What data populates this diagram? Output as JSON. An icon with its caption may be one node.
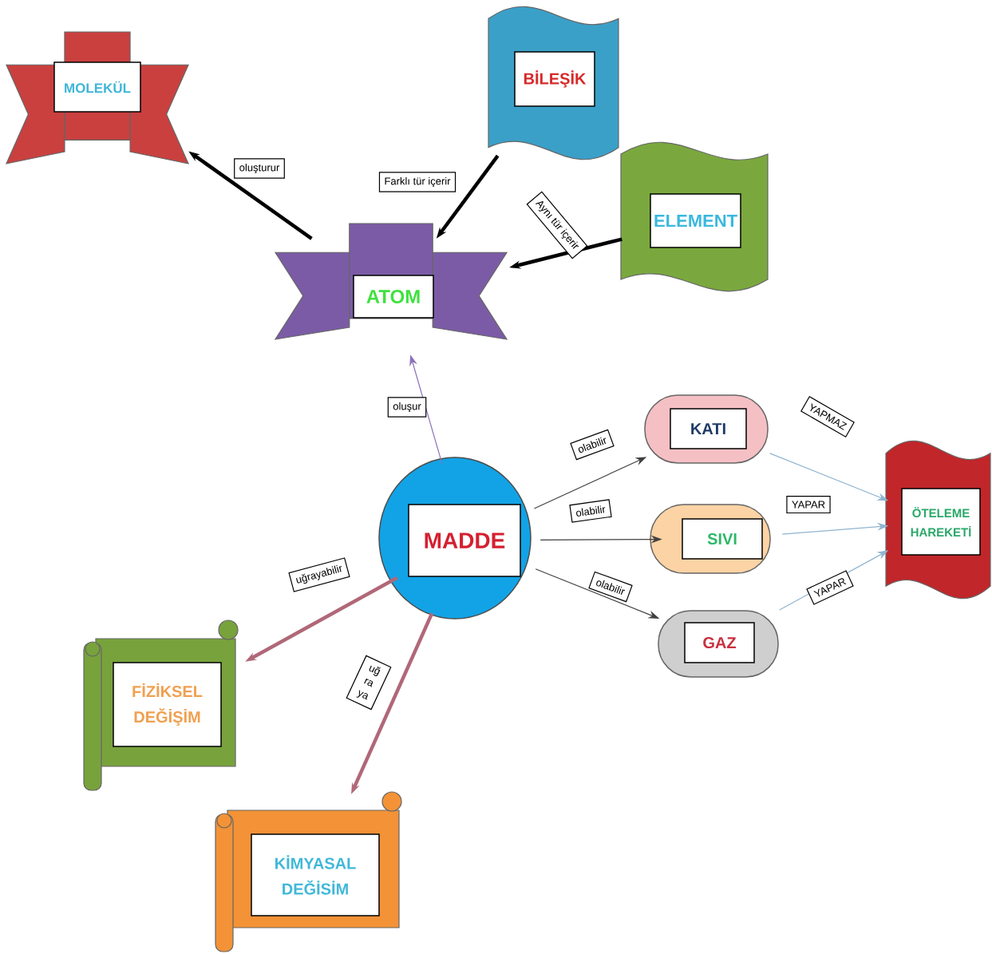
{
  "diagram": {
    "nodes": [
      {
        "text": [
          "MOLEKÜL"
        ]
      },
      {
        "text": [
          "BİLEŞİK"
        ]
      },
      {
        "text": [
          "ELEMENT"
        ]
      },
      {
        "text": [
          "ATOM"
        ]
      },
      {
        "text": [
          "KATI"
        ]
      },
      {
        "text": [
          "MADDE"
        ]
      },
      {
        "text": [
          "SIVI"
        ]
      },
      {
        "text": [
          "ÖTELEME HAREKETİ"
        ]
      },
      {
        "text": [
          "GAZ"
        ]
      },
      {
        "text": [
          "FİZİKSEL DEĞİŞİM"
        ]
      },
      {
        "text": [
          "KİMYASAL DEĞİSİM"
        ]
      }
    ],
    "edges": [
      {
        "from": 3,
        "to": 0,
        "arrow": "to",
        "label": "oluşturur",
        "style": "thick"
      },
      {
        "from": 1,
        "to": 3,
        "arrow": "to",
        "label": "Farklı tür içerir",
        "style": "thick"
      },
      {
        "from": 2,
        "to": 3,
        "arrow": "to",
        "label": "Aynı tür içerir",
        "style": "thick"
      },
      {
        "from": 5,
        "to": 3,
        "arrow": "to",
        "label": "oluşur",
        "color": "#8a70b8"
      },
      {
        "from": 5,
        "to": 4,
        "arrow": "to",
        "label": "olabilir",
        "color": "#404040"
      },
      {
        "from": 5,
        "to": 6,
        "arrow": "to",
        "label": "olabilir",
        "color": "#404040"
      },
      {
        "from": 5,
        "to": 8,
        "arrow": "to",
        "label": "olabilir",
        "color": "#404040"
      },
      {
        "from": 4,
        "to": 7,
        "arrow": "to",
        "label": "YAPMAZ",
        "color": "#8fb4d0"
      },
      {
        "from": 6,
        "to": 7,
        "arrow": "to",
        "label": "YAPAR",
        "color": "#8fb4d0"
      },
      {
        "from": 8,
        "to": 7,
        "arrow": "to",
        "label": "YAPAR",
        "color": "#8fb4d0"
      },
      {
        "from": 5,
        "to": 9,
        "arrow": "to",
        "label": "uğrayabilir",
        "style": "thick",
        "color": "#b06878"
      },
      {
        "from": 5,
        "to": 10,
        "arrow": "to",
        "label": "uğ ra ya",
        "style": "thick",
        "color": "#b06878"
      }
    ]
  }
}
